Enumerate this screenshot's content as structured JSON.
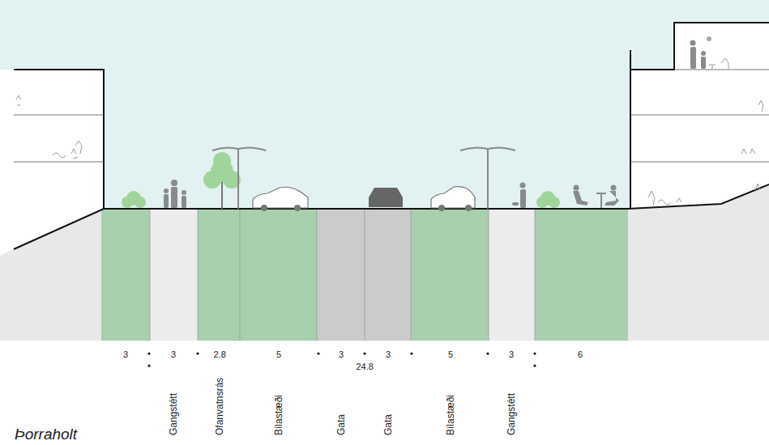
{
  "diagram": {
    "caption": "Þorraholt",
    "labels": [
      "3",
      "3",
      "2.8",
      "5",
      "3",
      "24.8",
      "3",
      "5",
      "3",
      "6",
      "Gangstétt",
      "Ofanvatnsrás",
      "Bílastæði",
      "Gata",
      "Gata",
      "Bílastæði",
      "Gangstétt"
    ]
  }
}
